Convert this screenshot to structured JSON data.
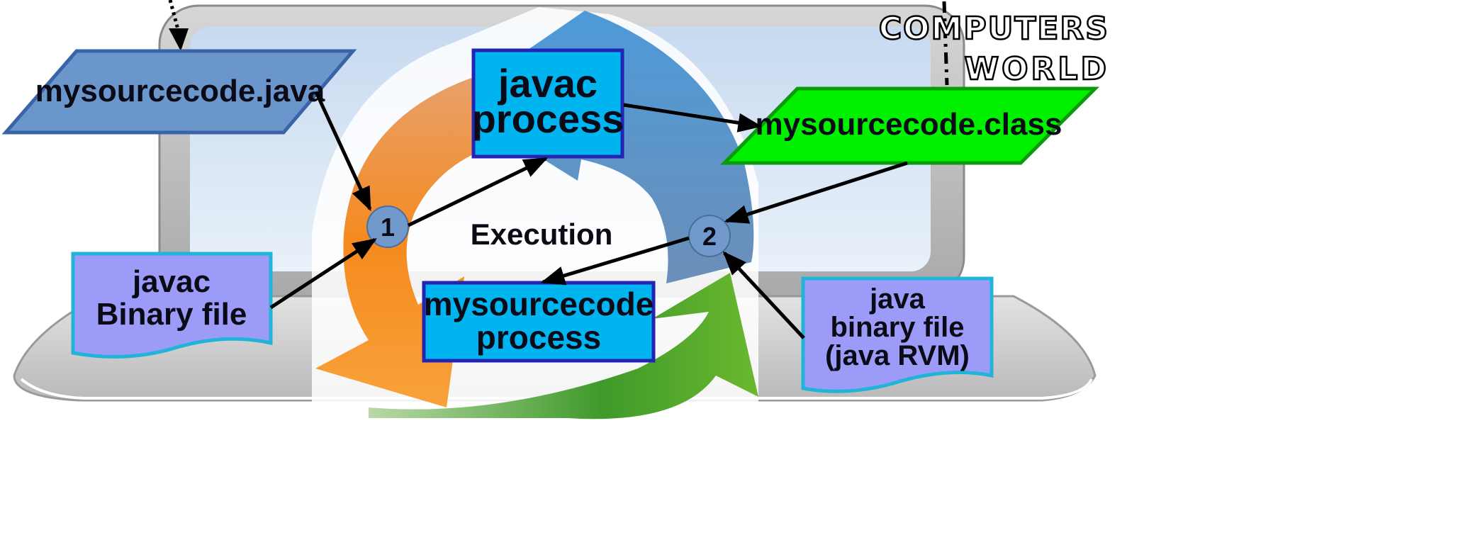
{
  "logo": {
    "line1": "COMPUTERS",
    "line2": "WORLD"
  },
  "nodes": {
    "source_file": "mysourcecode.java",
    "javac_process": {
      "line1": "javac",
      "line2": "process"
    },
    "class_file": "mysourcecode.class",
    "javac_binary": {
      "line1": "javac",
      "line2": "Binary file"
    },
    "step1": "1",
    "step2": "2",
    "execution_label": "Execution",
    "my_process": {
      "line1": "mysourcecode",
      "line2": "process"
    },
    "java_binary": {
      "line1": "java",
      "line2": "binary file",
      "line3": "(java RVM)"
    }
  },
  "colors": {
    "source_fill": "#6b96cc",
    "source_stroke": "#3a64a8",
    "process_fill": "#00b4f0",
    "process_stroke": "#2323b4",
    "class_fill": "#00f000",
    "class_stroke": "#0a9a0a",
    "doc_fill": "#9c9cf8",
    "doc_stroke": "#22b4d8",
    "step_fill": "#7199cc",
    "arrow": "#000000"
  }
}
